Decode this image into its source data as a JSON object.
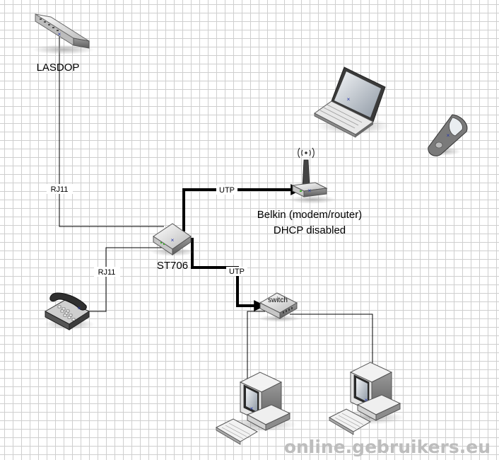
{
  "devices": {
    "lasdop": "LASDOP",
    "st706": "ST706",
    "belkin_line1": "Belkin (modem/router)",
    "belkin_line2": "DHCP disabled",
    "switch": "switch"
  },
  "links": {
    "rj11_upper": "RJ11",
    "rj11_lower": "RJ11",
    "utp_upper": "UTP",
    "utp_lower": "UTP"
  },
  "watermark": "online.gebruikers.eu",
  "icons": [
    "modem-icon",
    "laptop-icon",
    "cellphone-icon",
    "wireless-router-icon",
    "adsl-modem-icon",
    "telephone-icon",
    "switch-icon",
    "desktop-computer-icon"
  ]
}
